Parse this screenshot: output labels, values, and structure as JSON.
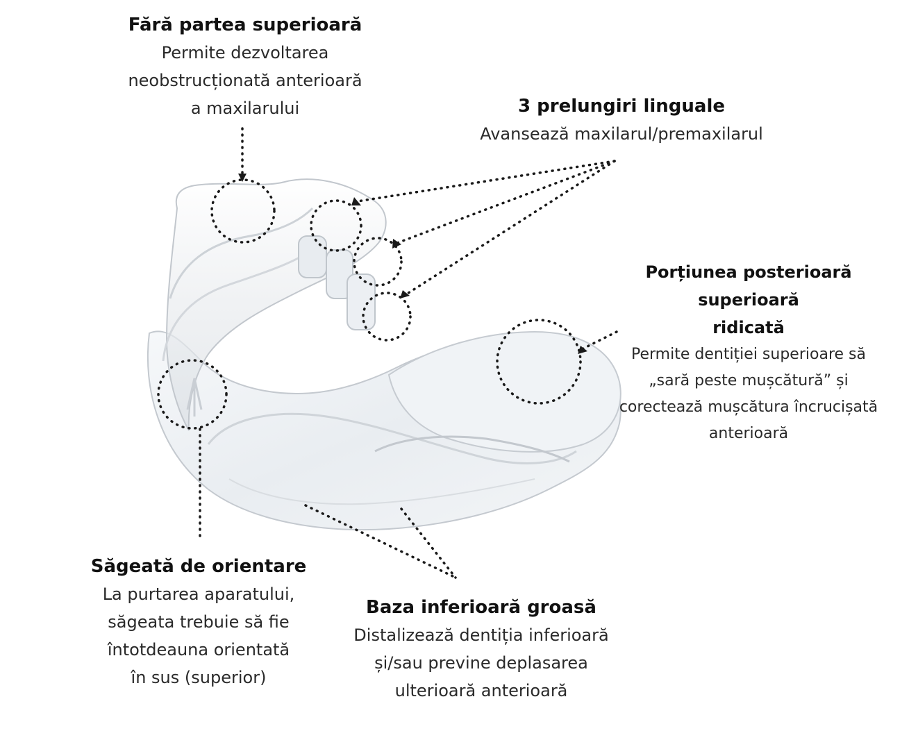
{
  "callouts": {
    "no_upper": {
      "title": "Fără partea superioară",
      "lines": [
        "Permite dezvoltarea",
        "neobstrucționată anterioară",
        "a maxilarului"
      ]
    },
    "lingual": {
      "title": "3 prelungiri linguale",
      "lines": [
        "Avansează maxilarul/premaxilarul"
      ]
    },
    "posterior": {
      "title_lines": [
        "Porțiunea posterioară superioară",
        "ridicată"
      ],
      "lines": [
        "Permite dentiției superioare să",
        "„sară peste mușcătură” și",
        "corectează mușcătura încrucișată",
        "anterioară"
      ]
    },
    "arrow": {
      "title": "Săgeată de orientare",
      "lines": [
        "La purtarea aparatului,",
        "săgeata trebuie să fie",
        "întotdeauna orientată",
        "în sus (superior)"
      ]
    },
    "base": {
      "title": "Baza inferioară groasă",
      "lines": [
        "Distalizează dentiția inferioară",
        "și/sau previne deplasarea",
        "ulterioară anterioară"
      ]
    }
  },
  "colors": {
    "text": "#1c1c1c",
    "pointer": "#1a1a1a",
    "appliance_outline": "#c9cdd2",
    "appliance_fill": "#eef1f4"
  }
}
